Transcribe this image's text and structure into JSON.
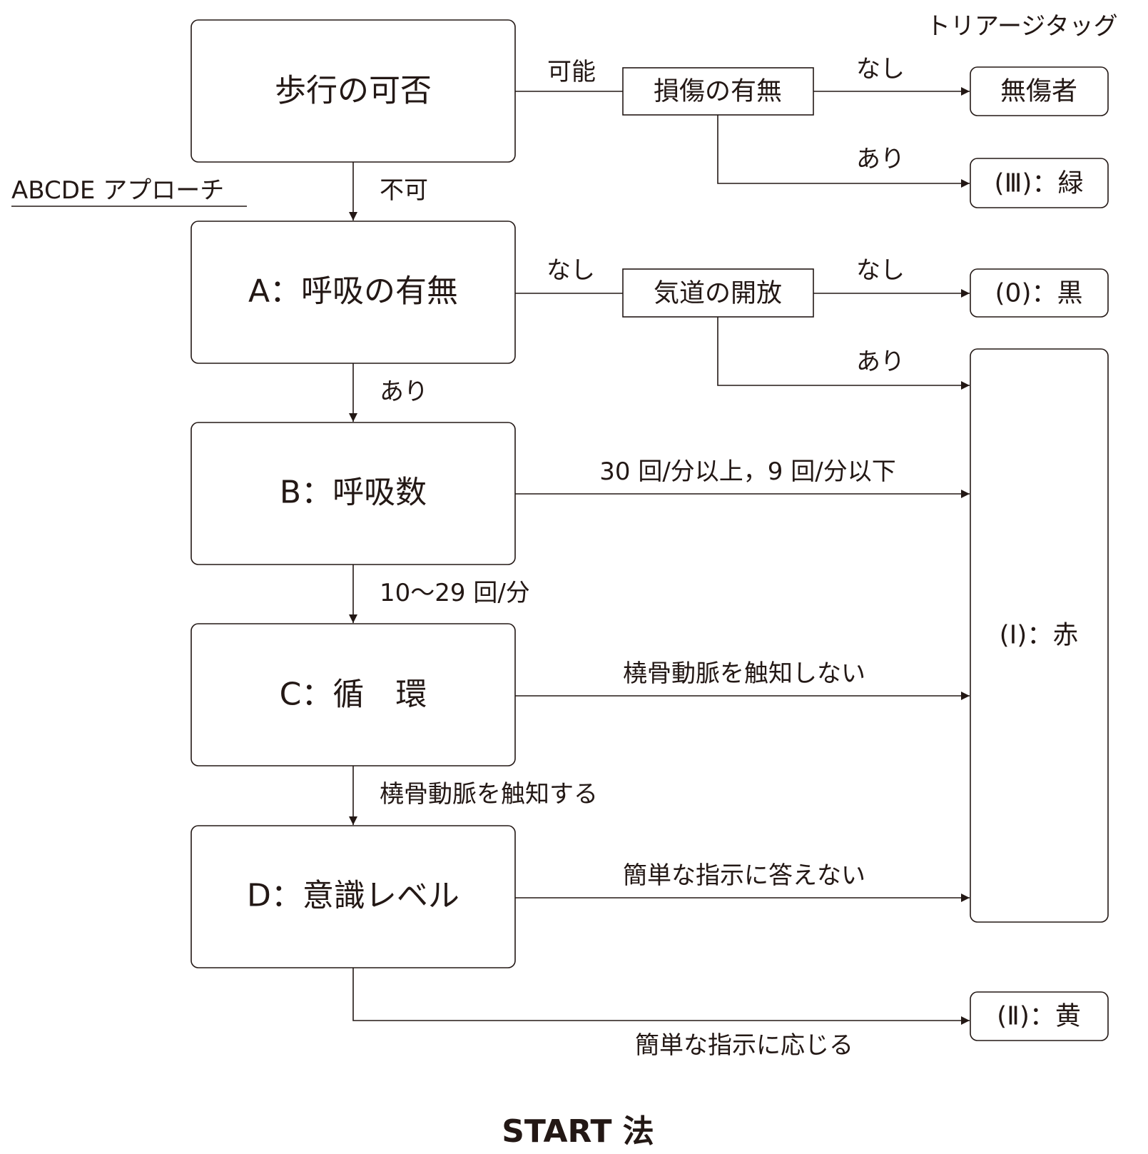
{
  "header": {
    "triage_tag_label": "トリアージタッグ",
    "abcde_label": "ABCDE アプローチ"
  },
  "main_steps": {
    "walk": "歩行の可否",
    "a": "A：呼吸の有無",
    "b": "B：呼吸数",
    "c": "C：循　環",
    "d": "D：意識レベル"
  },
  "checks": {
    "injury": "損傷の有無",
    "airway": "気道の開放"
  },
  "tags": {
    "uninjured": "無傷者",
    "green": "(Ⅲ)：緑",
    "black": "(0)：黒",
    "red": "(Ⅰ)：赤",
    "yellow": "(Ⅱ)：黄"
  },
  "edge_labels": {
    "walk_possible": "可能",
    "walk_impossible": "不可",
    "injury_none": "なし",
    "injury_present": "あり",
    "breath_none": "なし",
    "breath_present": "あり",
    "airway_none": "なし",
    "airway_present": "あり",
    "rr_abnormal": "30 回/分以上，9 回/分以下",
    "rr_normal": "10～29 回/分",
    "pulse_absent": "橈骨動脈を触知しない",
    "pulse_present": "橈骨動脈を触知する",
    "obey_no": "簡単な指示に答えない",
    "obey_yes": "簡単な指示に応じる"
  },
  "caption": "START 法"
}
